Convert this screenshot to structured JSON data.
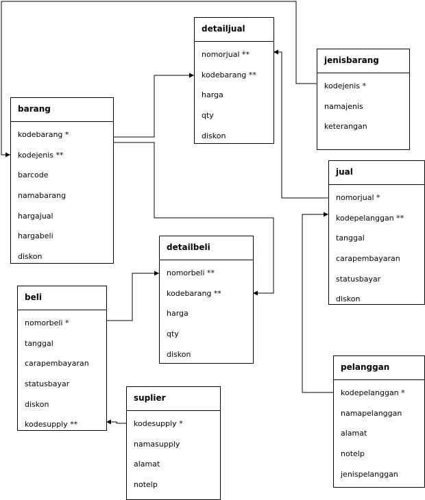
{
  "entities": {
    "detailjual": {
      "title": "detailjual",
      "attributes": [
        "nomorjual **",
        "kodebarang **",
        "harga",
        "qty",
        "diskon"
      ]
    },
    "jenisbarang": {
      "title": "jenisbarang",
      "attributes": [
        "kodejenis *",
        "namajenis",
        "keterangan"
      ]
    },
    "barang": {
      "title": "barang",
      "attributes": [
        "kodebarang *",
        "kodejenis **",
        "barcode",
        "namabarang",
        "hargajual",
        "hargabeli",
        "diskon"
      ]
    },
    "jual": {
      "title": "jual",
      "attributes": [
        "nomorjual *",
        "kodepelanggan **",
        "tanggal",
        "carapembayaran",
        "statusbayar",
        "diskon"
      ]
    },
    "detailbeli": {
      "title": "detailbeli",
      "attributes": [
        "nomorbeli **",
        "kodebarang **",
        "harga",
        "qty",
        "diskon"
      ]
    },
    "beli": {
      "title": "beli",
      "attributes": [
        "nomorbeli *",
        "tanggal",
        "carapembayaran",
        "statusbayar",
        "diskon",
        "kodesupply **"
      ]
    },
    "suplier": {
      "title": "suplier",
      "attributes": [
        "kodesupply *",
        "namasupply",
        "alamat",
        "notelp"
      ]
    },
    "pelanggan": {
      "title": "pelanggan",
      "attributes": [
        "kodepelanggan *",
        "namapelanggan",
        "alamat",
        "notelp",
        "jenispelanggan"
      ]
    }
  }
}
